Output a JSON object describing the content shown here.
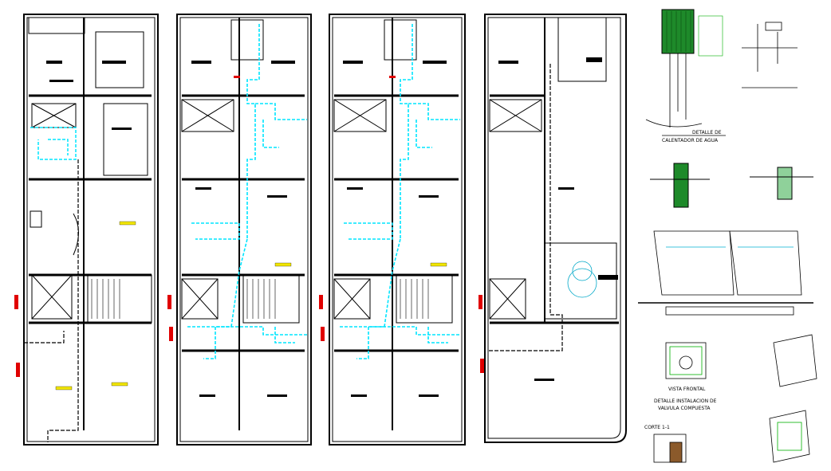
{
  "colors": {
    "wall": "#000000",
    "pipe": "#00e5ff",
    "accent_red": "#e00000",
    "accent_green": "#00b000",
    "accent_yellow": "#f2e600",
    "hatch": "#444444"
  },
  "labels": {
    "heater_detail_line1": "DETALLE DE",
    "heater_detail_line2": "CALENTADOR DE AGUA",
    "frontal_view": "VISTA FRONTAL",
    "valve_detail_line1": "DETALLE INSTALACION DE",
    "valve_detail_line2": "VALVULA COMPUESTA",
    "section_label": "CORTE 1-1"
  }
}
